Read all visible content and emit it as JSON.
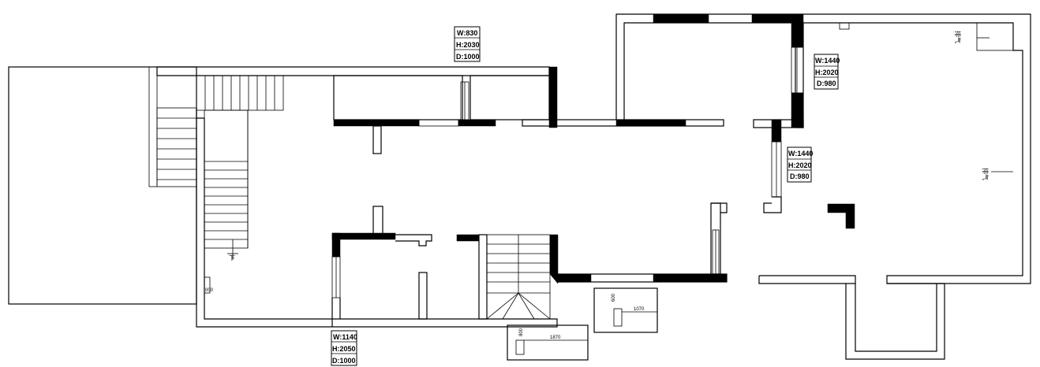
{
  "drawing": {
    "tags": [
      {
        "id": "tag-top",
        "w": "W:830",
        "h": "H:2030",
        "d": "D:1000"
      },
      {
        "id": "tag-right-upper",
        "w": "W:1440",
        "h": "H:2020",
        "d": "D:980"
      },
      {
        "id": "tag-right-middle",
        "w": "W:1440",
        "h": "H:2020",
        "d": "D:980"
      },
      {
        "id": "tag-bottom",
        "w": "W:1140",
        "h": "H:2050",
        "d": "D:1000"
      }
    ],
    "dimensions": {
      "box_a_v": "600",
      "box_a_h": "1070",
      "box_b_v": "800",
      "box_b_h": "1870"
    },
    "labels": {
      "riser_top_right": "排气",
      "riser_right_mid": "排气",
      "stair_mark": "下"
    }
  }
}
